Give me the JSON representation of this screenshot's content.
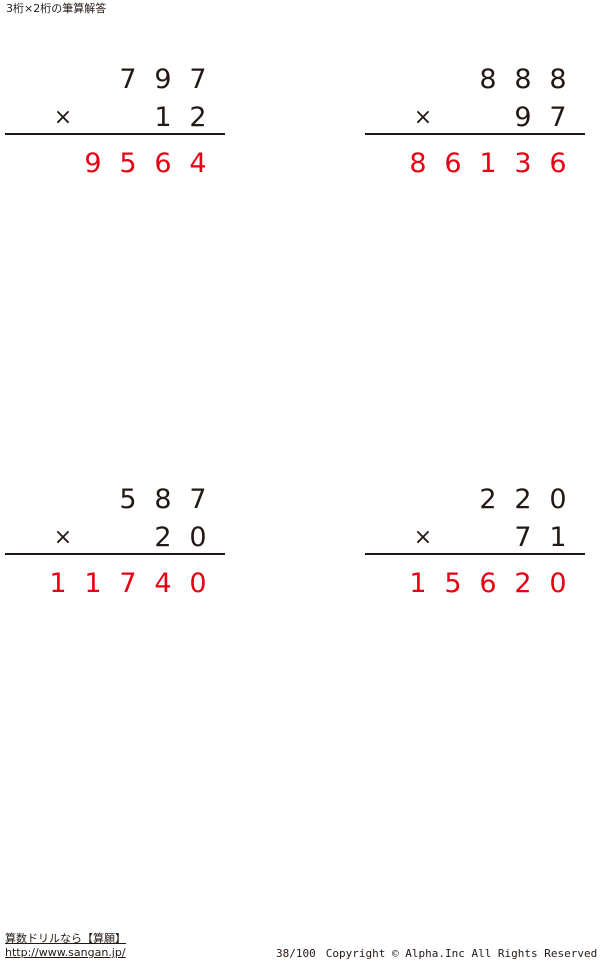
{
  "header": {
    "title": "3桁×2桁の筆算解答"
  },
  "worksheet": {
    "operator": "×",
    "problems": [
      {
        "id": "problem-1",
        "position": "top-left",
        "multiplicand": "797",
        "multiplier": "12",
        "product": "9564",
        "multiplicand_digits": [
          "",
          "",
          "7",
          "9",
          "7"
        ],
        "multiplier_digits": [
          "",
          "",
          "",
          "1",
          "2"
        ],
        "product_digits": [
          "",
          "9",
          "5",
          "6",
          "4"
        ]
      },
      {
        "id": "problem-2",
        "position": "top-right",
        "multiplicand": "888",
        "multiplier": "97",
        "product": "86136",
        "multiplicand_digits": [
          "",
          "",
          "8",
          "8",
          "8"
        ],
        "multiplier_digits": [
          "",
          "",
          "",
          "9",
          "7"
        ],
        "product_digits": [
          "8",
          "6",
          "1",
          "3",
          "6"
        ]
      },
      {
        "id": "problem-3",
        "position": "bottom-left",
        "multiplicand": "587",
        "multiplier": "20",
        "product": "11740",
        "multiplicand_digits": [
          "",
          "",
          "5",
          "8",
          "7"
        ],
        "multiplier_digits": [
          "",
          "",
          "",
          "2",
          "0"
        ],
        "product_digits": [
          "1",
          "1",
          "7",
          "4",
          "0"
        ]
      },
      {
        "id": "problem-4",
        "position": "bottom-right",
        "multiplicand": "220",
        "multiplier": "71",
        "product": "15620",
        "multiplicand_digits": [
          "",
          "",
          "2",
          "2",
          "0"
        ],
        "multiplier_digits": [
          "",
          "",
          "",
          "7",
          "1"
        ],
        "product_digits": [
          "1",
          "5",
          "6",
          "2",
          "0"
        ]
      }
    ]
  },
  "footer": {
    "site_name": "算数ドリルなら【算願】",
    "site_url": "http://www.sangan.jp/",
    "page_number": "38/100",
    "copyright": "Copyright © Alpha.Inc All Rights Reserved."
  },
  "colors": {
    "ink": "#231815",
    "answer": "#e60012",
    "background": "#ffffff"
  }
}
